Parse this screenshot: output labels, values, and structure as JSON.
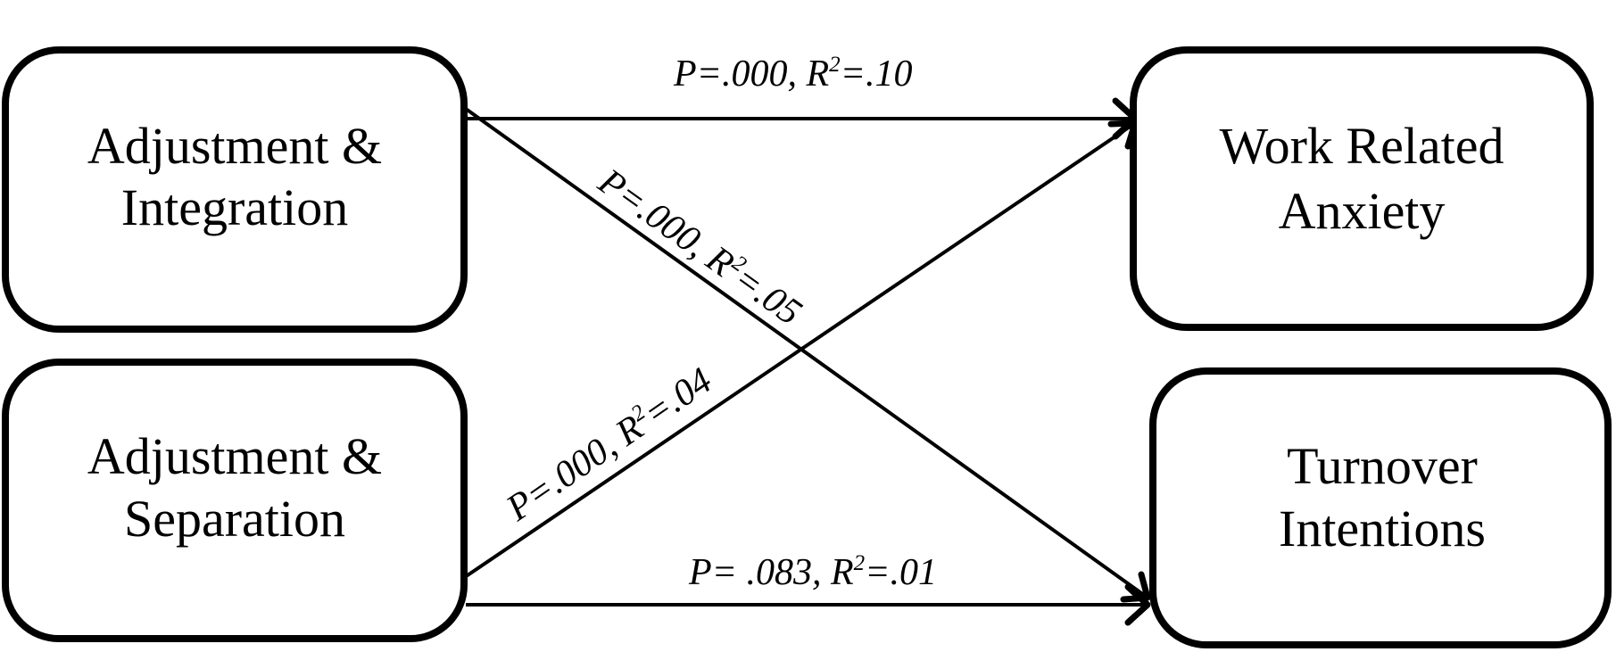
{
  "nodes": {
    "adjustment_integration": {
      "line1": "Adjustment &",
      "line2": "Integration"
    },
    "adjustment_separation": {
      "line1": "Adjustment &",
      "line2": "Separation"
    },
    "work_related_anxiety": {
      "line1": "Work Related",
      "line2": "Anxiety"
    },
    "turnover_intentions": {
      "line1": "Turnover",
      "line2": "Intentions"
    }
  },
  "edges": {
    "integration_to_anxiety": {
      "prefix": "P=.000, R",
      "sup": "2",
      "suffix": "=.10"
    },
    "integration_to_turnover": {
      "prefix": "P=.000, R",
      "sup": "2",
      "suffix": "=.05"
    },
    "separation_to_anxiety": {
      "prefix": "P=.000, R",
      "sup": "2",
      "suffix": "=.04"
    },
    "separation_to_turnover": {
      "prefix": "P= .083, R",
      "sup": "2",
      "suffix": "=.01"
    }
  }
}
